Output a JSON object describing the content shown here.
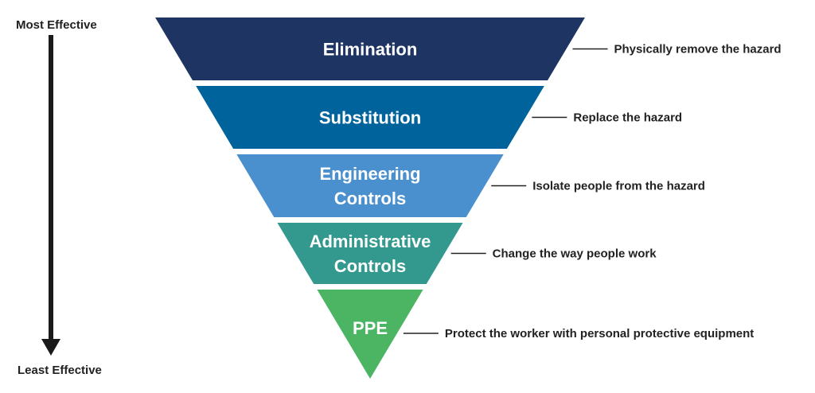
{
  "scale": {
    "top_label": "Most Effective",
    "bottom_label": "Least Effective",
    "arrow_color": "#1a1a1a"
  },
  "levels": [
    {
      "lines": [
        "Elimination"
      ],
      "description": "Physically remove the hazard",
      "color": "#1e3563"
    },
    {
      "lines": [
        "Substitution"
      ],
      "description": "Replace the hazard",
      "color": "#00639c"
    },
    {
      "lines": [
        "Engineering",
        "Controls"
      ],
      "description": "Isolate people from the hazard",
      "color": "#4a90cf"
    },
    {
      "lines": [
        "Administrative",
        "Controls"
      ],
      "description": "Change the way people work",
      "color": "#33998f"
    },
    {
      "lines": [
        "PPE"
      ],
      "description": "Protect the worker with personal protective equipment",
      "color": "#4cb563"
    }
  ]
}
